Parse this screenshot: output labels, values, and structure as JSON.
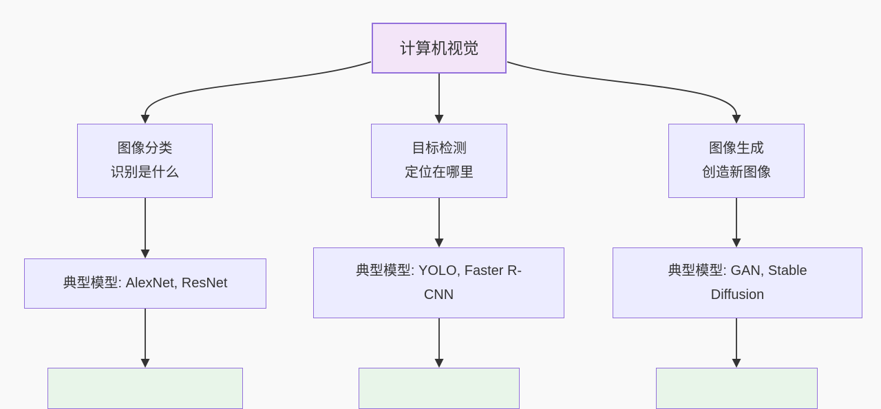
{
  "diagram": {
    "type": "flowchart",
    "direction": "top-down",
    "background": "#f9f9f9",
    "colors": {
      "root_fill": "#f3e5f8",
      "branch_fill": "#ececff",
      "leaf_fill": "#e8f5e9",
      "border": "#9370db",
      "edge": "#333333",
      "text": "#333333"
    },
    "nodes": {
      "root": {
        "lines": [
          "计算机视觉"
        ]
      },
      "classification": {
        "lines": [
          "图像分类",
          "识别是什么"
        ]
      },
      "detection": {
        "lines": [
          "目标检测",
          "定位在哪里"
        ]
      },
      "generation": {
        "lines": [
          "图像生成",
          "创造新图像"
        ]
      },
      "classification_models": {
        "lines": [
          "典型模型: AlexNet, ResNet"
        ]
      },
      "detection_models": {
        "lines": [
          "典型模型: YOLO, Faster R-",
          "CNN"
        ]
      },
      "generation_models": {
        "lines": [
          "典型模型: GAN, Stable",
          "Diffusion"
        ]
      }
    },
    "connections": [
      {
        "from": "root",
        "to": "classification"
      },
      {
        "from": "root",
        "to": "detection"
      },
      {
        "from": "root",
        "to": "generation"
      },
      {
        "from": "classification",
        "to": "classification_models"
      },
      {
        "from": "detection",
        "to": "detection_models"
      },
      {
        "from": "generation",
        "to": "generation_models"
      },
      {
        "from": "classification_models",
        "to": "classification_leaf"
      },
      {
        "from": "detection_models",
        "to": "detection_leaf"
      },
      {
        "from": "generation_models",
        "to": "generation_leaf"
      }
    ]
  }
}
